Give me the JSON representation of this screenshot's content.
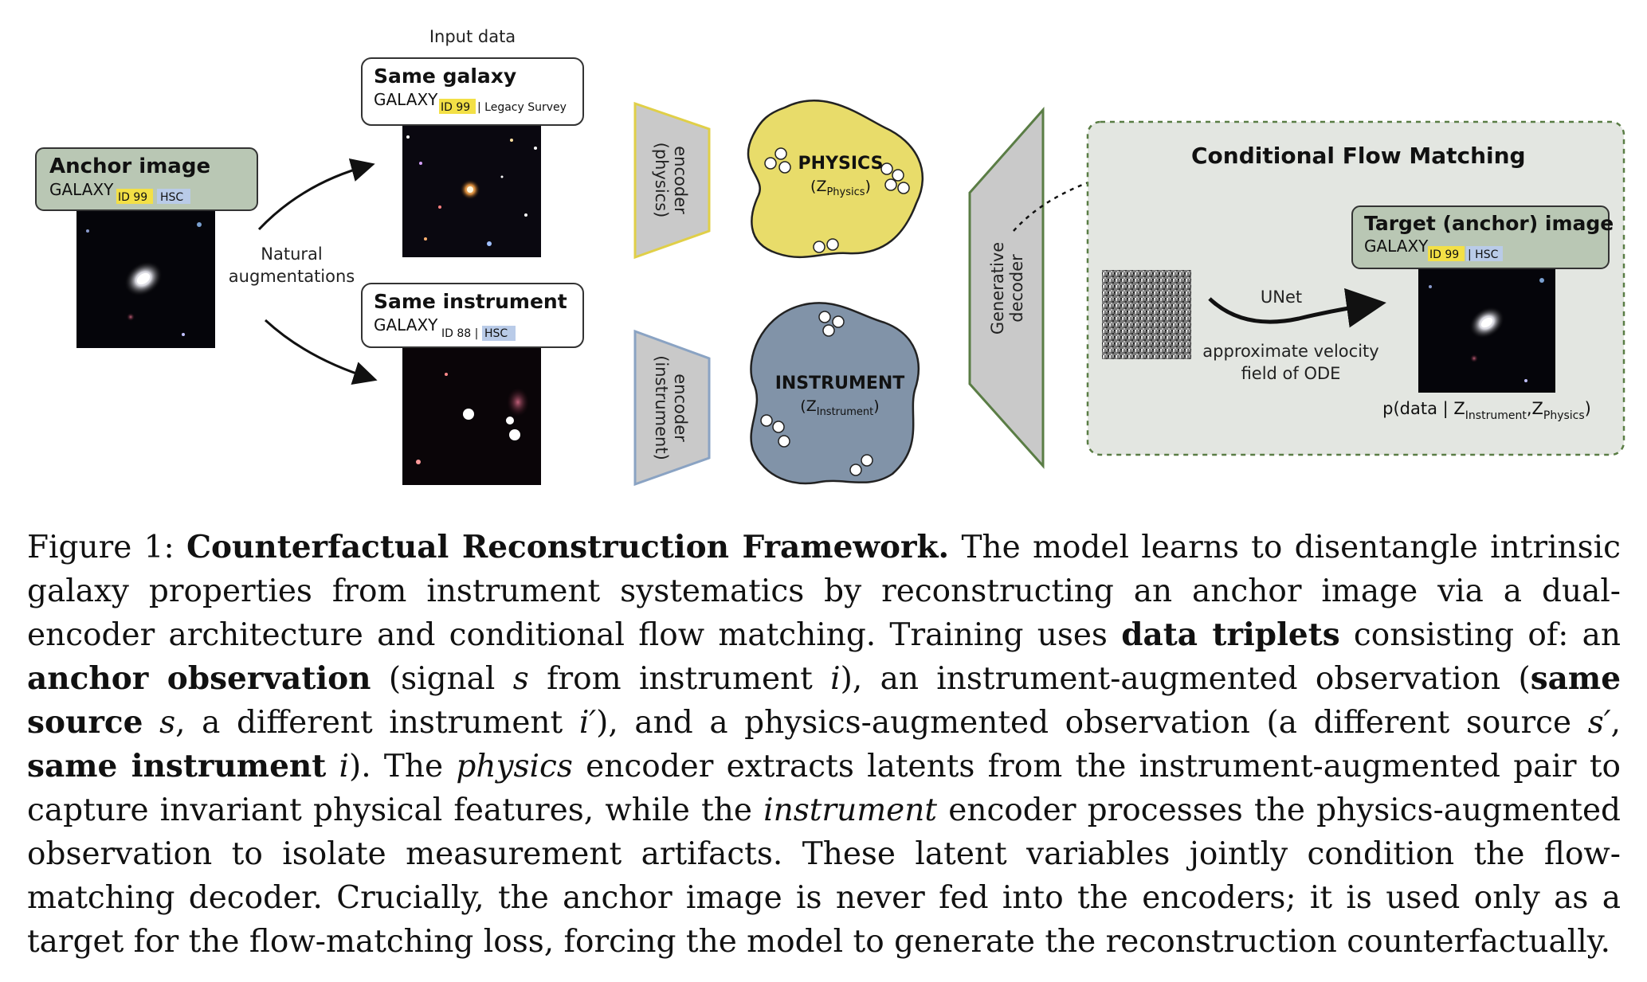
{
  "input_data_label": "Input data",
  "anchor": {
    "title": "Anchor image",
    "galaxy": "GALAXY",
    "id_badge": "ID 99",
    "instrument_badge": "HSC"
  },
  "same_galaxy": {
    "title": "Same galaxy",
    "galaxy": "GALAXY",
    "id_badge": "ID 99",
    "instrument_badge": "| Legacy Survey"
  },
  "same_instrument": {
    "title": "Same instrument",
    "galaxy": "GALAXY",
    "id_badge": "ID 88 |",
    "instrument_badge": "HSC"
  },
  "augment_label_line1": "Natural",
  "augment_label_line2": "augmentations",
  "encoder_physics": {
    "line1": "encoder",
    "line2": "(physics)"
  },
  "encoder_instrument": {
    "line1": "encoder",
    "line2": "(instrument)"
  },
  "physics_latent": {
    "title": "PHYSICS",
    "sym_open": "(Z",
    "sym_sub": "Physics",
    "sym_close": ")"
  },
  "instrument_latent": {
    "title": "INSTRUMENT",
    "sym_open": "(Z",
    "sym_sub": "Instrument",
    "sym_close": ")"
  },
  "decoder": {
    "line1": "Generative",
    "line2": "decoder"
  },
  "cfm": {
    "title": "Conditional Flow Matching",
    "unet_label": "UNet",
    "velocity_line1": "approximate velocity",
    "velocity_line2": "field of ODE",
    "target": {
      "title": "Target (anchor) image",
      "galaxy": "GALAXY",
      "id_badge": "ID 99",
      "instrument_badge": "| HSC"
    },
    "prob_open": "p(data | Z",
    "prob_sub1": "Instrument",
    "prob_mid": ",Z",
    "prob_sub2": "Physics",
    "prob_close": ")"
  },
  "colors": {
    "anchor_box": "#b9c7b4",
    "cfm_bg": "#e3e6e1",
    "physics_blob": "#e8dc6a",
    "instrument_blob": "#8193a8",
    "encoder_fill": "#c9c9c9",
    "physics_edge": "#e0cf48",
    "instrument_edge": "#8aa3c3",
    "decoder_edge": "#5a7d45",
    "id_badge": "#f3e046",
    "hsc_badge": "#b9cbe8"
  },
  "caption": {
    "p1": "Figure 1: ",
    "b1": "Counterfactual Reconstruction Framework.",
    "p2": " The model learns to disentangle intrinsic galaxy properties from instrument systematics by reconstructing an anchor image via a dual-encoder architecture and conditional flow matching. Training uses ",
    "b2": "data triplets",
    "p3": " consisting of: an ",
    "b3": "anchor observation",
    "p4": " (signal ",
    "i1": "s",
    "p5": " from instrument ",
    "i2": "i",
    "p6": "), an instrument-augmented observation (",
    "b4": "same source",
    "p7": " ",
    "i3": "s",
    "p8": ", a different instrument ",
    "i4": "i′",
    "p9": "), and a physics-augmented observation (a different source ",
    "i5": "s′",
    "p10": ", ",
    "b5": "same instrument",
    "p11": " ",
    "i6": "i",
    "p12": "). The ",
    "i7": "physics",
    "p13": " encoder extracts latents from the instrument-augmented pair to capture invariant physical features, while the ",
    "i8": "instrument",
    "p14": " encoder processes the physics-augmented observation to isolate measurement artifacts. These latent variables jointly condition the flow-matching decoder. Crucially, the anchor image is never fed into the encoders; it is used only as a target for the flow-matching loss, forcing the model to generate the reconstruction counterfactually."
  }
}
